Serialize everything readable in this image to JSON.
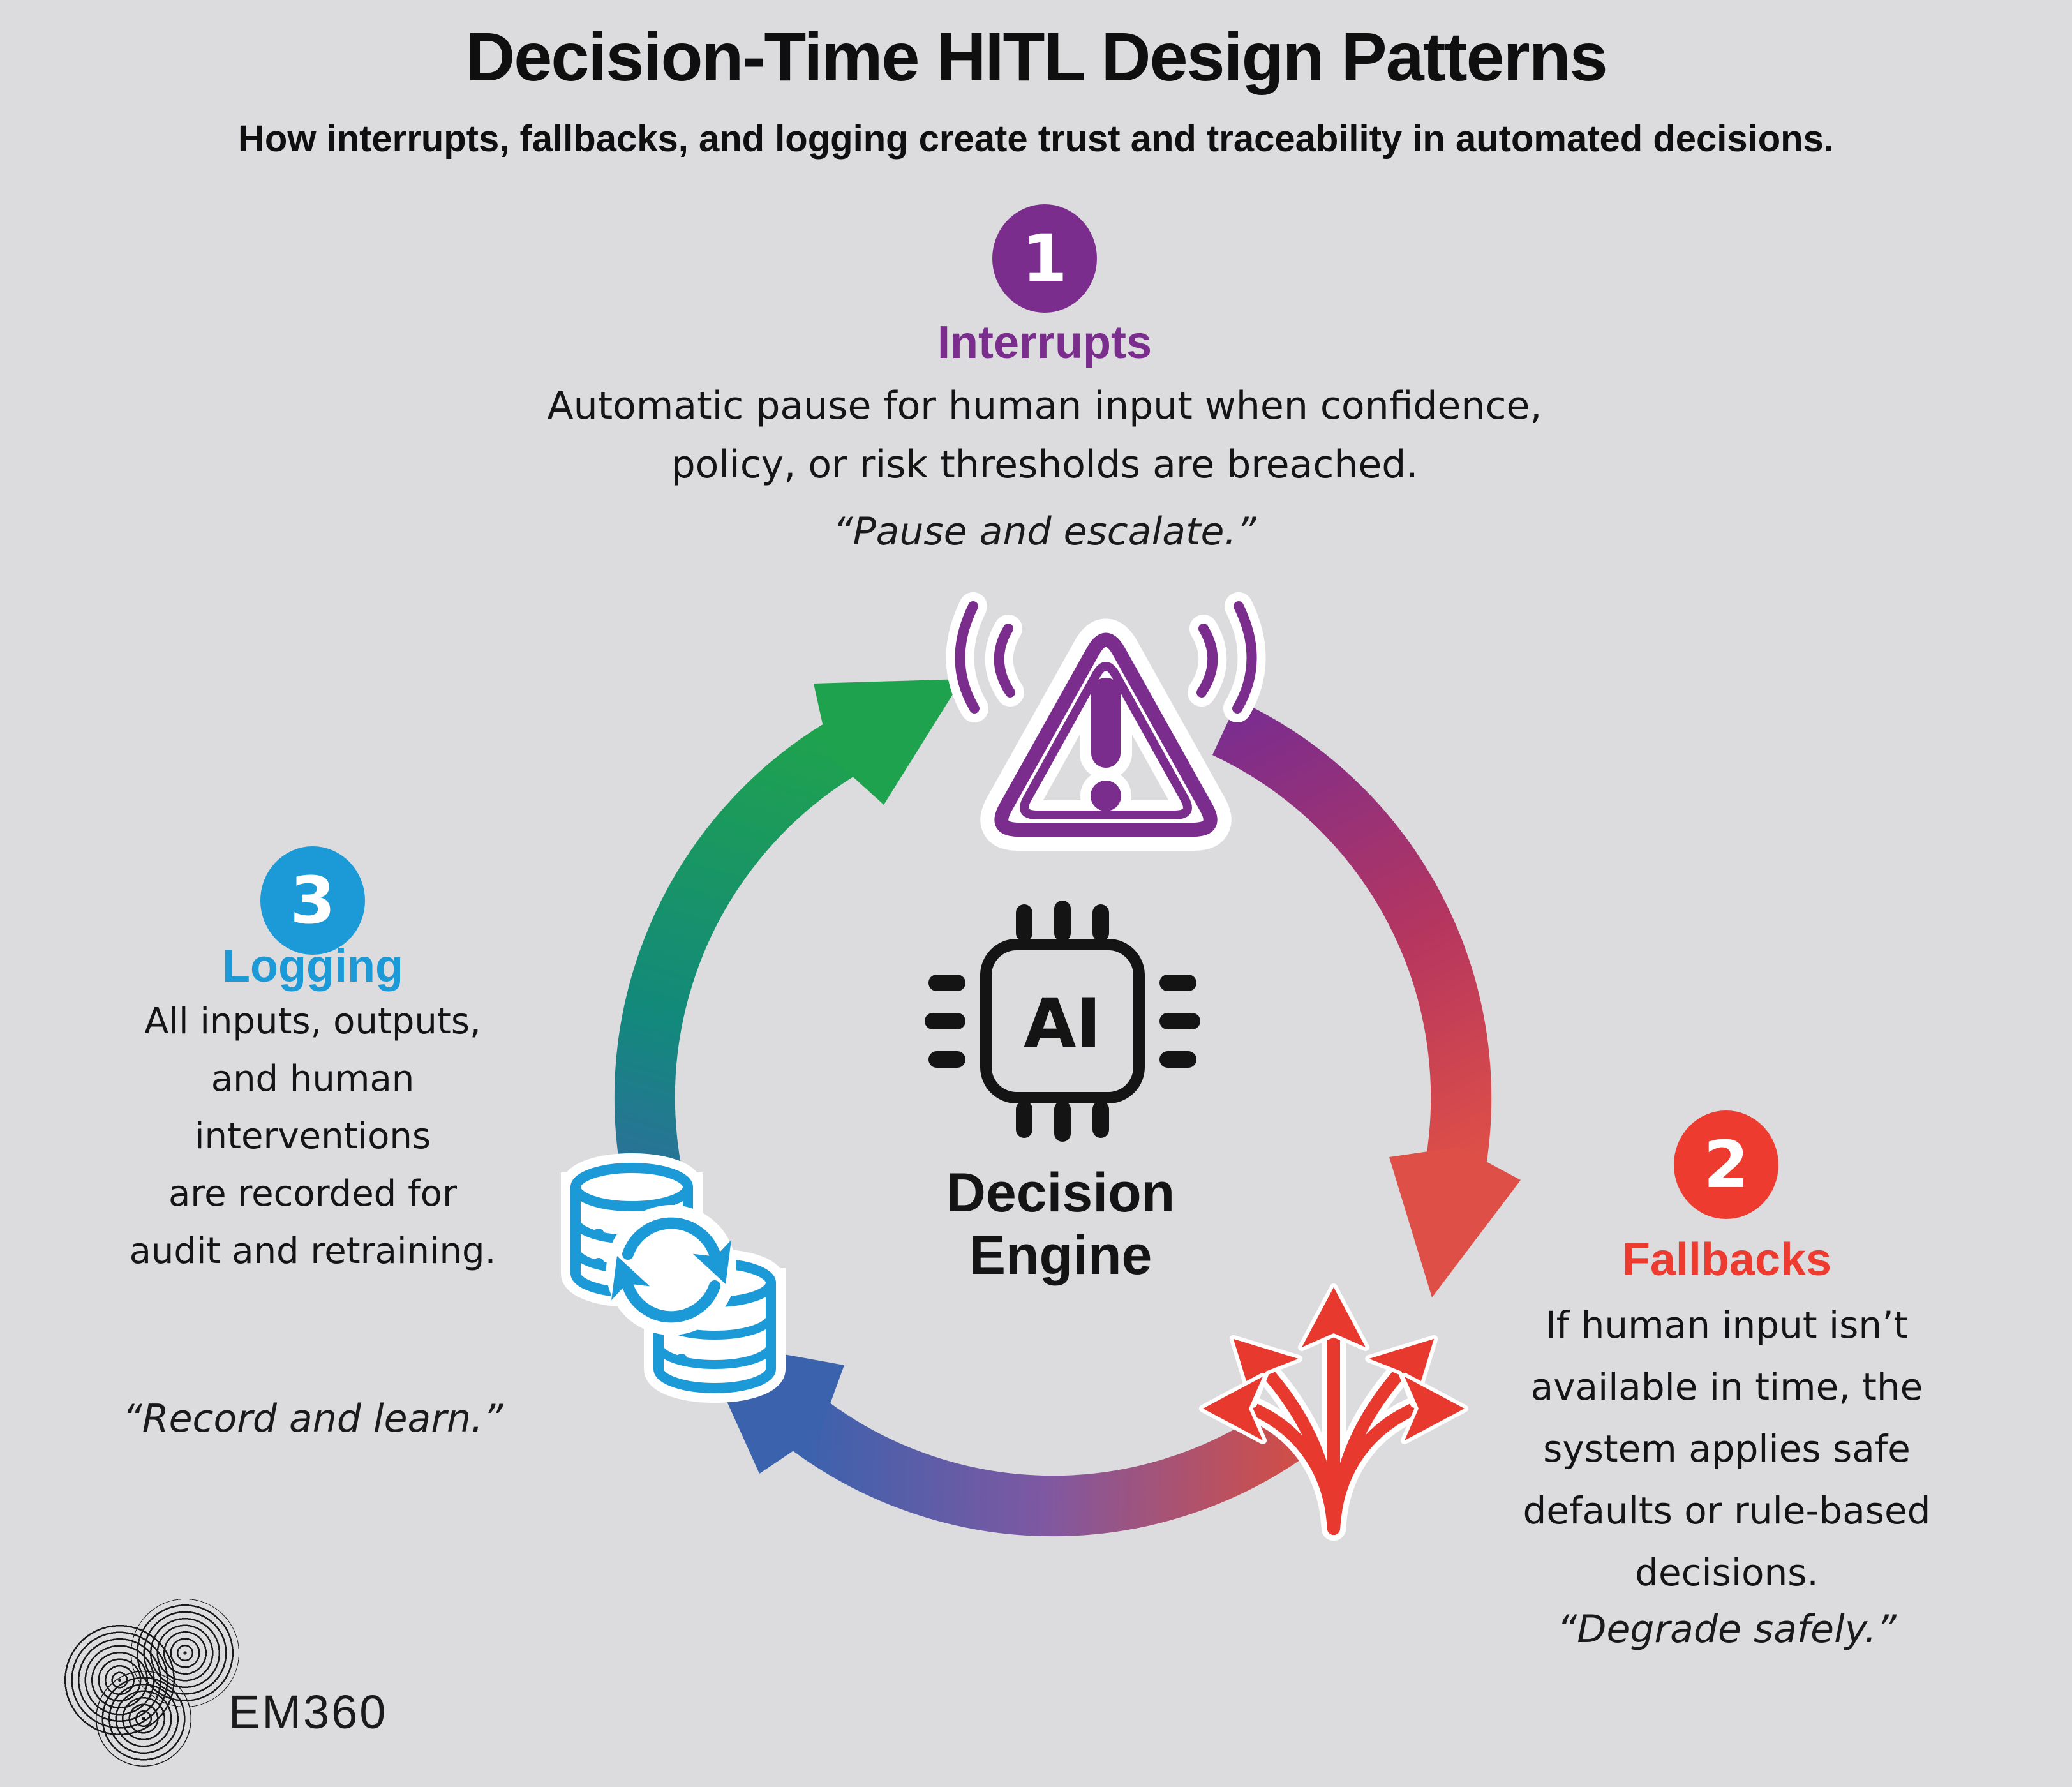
{
  "background_color": "#dcdcde",
  "header": {
    "title": "Decision-Time HITL Design Patterns",
    "subtitle": "How interrupts, fallbacks, and logging create trust and traceability in automated decisions."
  },
  "sections": {
    "interrupts": {
      "number": "1",
      "label": "Interrupts",
      "color": "#7b2d8e",
      "lines": [
        "Automatic pause for human input when confidence,",
        "policy, or risk thresholds are breached."
      ],
      "quote": "“Pause and escalate.”"
    },
    "fallbacks": {
      "number": "2",
      "label": "Fallbacks",
      "color": "#ee3b30",
      "lines": [
        "If human input isn’t",
        "available in time, the",
        "system applies safe",
        "defaults or rule-based",
        "decisions."
      ],
      "quote": "“Degrade safely.”"
    },
    "logging": {
      "number": "3",
      "label": "Logging",
      "color": "#1b9ad7",
      "lines": [
        "All inputs, outputs,",
        "and human",
        "interventions",
        "are recorded for",
        "audit and retraining."
      ],
      "quote": "“Record and learn.”"
    }
  },
  "center": {
    "chip_label": "AI",
    "engine_lines": [
      "Decision",
      "Engine"
    ]
  },
  "cycle_colors": {
    "arrow_green": "#1fa24e",
    "arrow_teal": "#12897b",
    "arrow_blue": "#3a62ad",
    "arrow_purple": "#7b2d8e",
    "arrow_magenta": "#b5365f",
    "arrow_red": "#de4f47"
  },
  "footer": {
    "logo_text": "EM360"
  }
}
